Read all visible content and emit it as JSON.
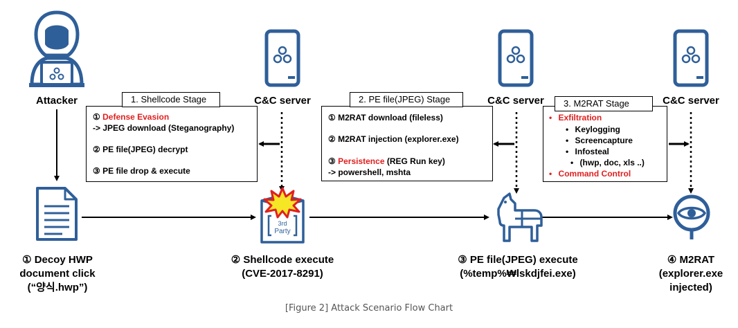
{
  "actors": {
    "attacker": "Attacker",
    "cc1": "C&C server",
    "cc2": "C&C server",
    "cc3": "C&C server"
  },
  "stages": [
    {
      "title": "1. Shellcode Stage",
      "lines": [
        {
          "num": "①",
          "highlight": "Defense Evasion",
          "text": ""
        },
        {
          "num": "",
          "highlight": "",
          "text": "-> JPEG download (Steganography)"
        },
        {
          "num": "②",
          "highlight": "",
          "text": "PE file(JPEG) decrypt"
        },
        {
          "num": "③",
          "highlight": "",
          "text": "PE file drop & execute"
        }
      ]
    },
    {
      "title": "2. PE file(JPEG) Stage",
      "lines": [
        {
          "num": "①",
          "highlight": "",
          "text": "M2RAT download (fileless)"
        },
        {
          "num": "②",
          "highlight": "",
          "text": "M2RAT injection (explorer.exe)"
        },
        {
          "num": "③",
          "highlight": "Persistence",
          "text": " (REG Run key)"
        },
        {
          "num": "",
          "highlight": "",
          "text": "-> powershell, mshta"
        }
      ]
    },
    {
      "title": "3. M2RAT Stage",
      "items": [
        {
          "bullet": "•",
          "text": "Exfiltration",
          "red": true
        },
        {
          "bullet": "•",
          "text": "Keylogging",
          "red": false
        },
        {
          "bullet": "•",
          "text": "Screencapture",
          "red": false
        },
        {
          "bullet": "•",
          "text": "Infosteal",
          "red": false
        },
        {
          "bullet": "•",
          "text": "(hwp, doc, xls ..)",
          "red": false
        },
        {
          "bullet": "•",
          "text": "Command Control",
          "red": true
        }
      ]
    }
  ],
  "steps": [
    {
      "line1": "① Decoy HWP",
      "line2": "document click",
      "line3": "(“양식.hwp”)"
    },
    {
      "line1": "② Shellcode execute",
      "line2": "(CVE-2017-8291)",
      "line3": ""
    },
    {
      "line1": "③ PE file(JPEG) execute",
      "line2": "(%temp%₩lskdjfei.exe)",
      "line3": ""
    },
    {
      "line1": "④ M2RAT",
      "line2": "(explorer.exe",
      "line3": "injected)"
    }
  ],
  "third_party": {
    "sup": "3rd",
    "label": "Party"
  },
  "caption": "[Figure 2] Attack Scenario Flow Chart",
  "colors": {
    "accent_blue": "#2f5f99",
    "red": "#e02020",
    "line": "#000000"
  }
}
